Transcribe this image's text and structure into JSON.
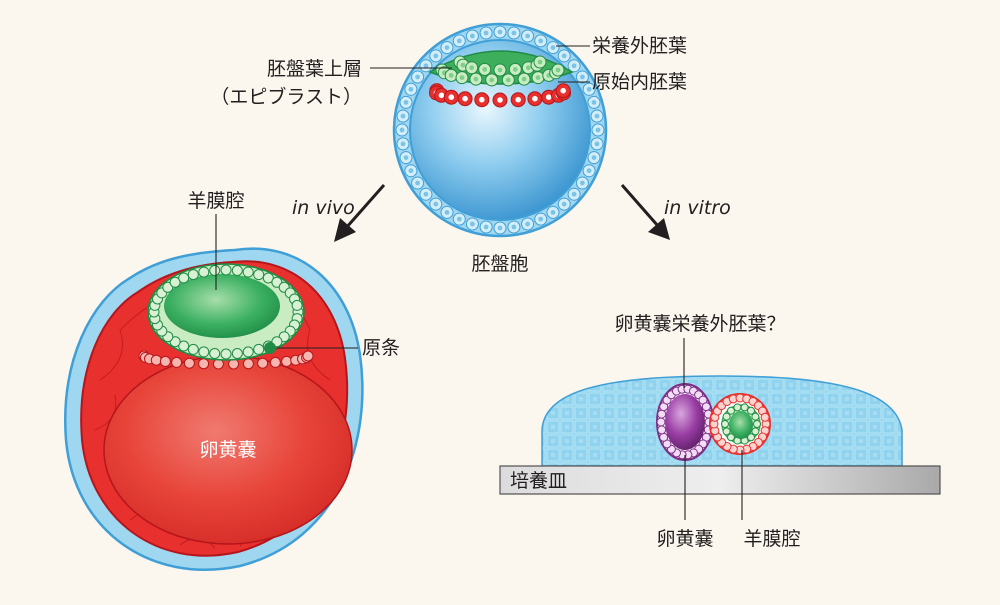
{
  "labels": {
    "blastocyst": "胚盤胞",
    "trophectoderm": "栄養外胚葉",
    "primitive_endoderm": "原始内胚葉",
    "epiblast_line1": "胚盤葉上層",
    "epiblast_line2": "（エピブラスト）",
    "in_vivo": "in vivo",
    "in_vitro": "in vitro",
    "amniotic_cavity_vivo": "羊膜腔",
    "primitive_streak": "原条",
    "yolk_sac_vivo": "卵黄嚢",
    "yolk_sac_trophectoderm_q": "卵黄嚢栄養外胚葉？",
    "culture_dish": "培養皿",
    "yolk_sac_vitro": "卵黄嚢",
    "amniotic_cavity_vitro": "羊膜腔"
  },
  "colors": {
    "background": "#fbf7ee",
    "blue_cavity": "#3f9fd6",
    "blue_cell": "#bfe4f6",
    "green": "#3cae5c",
    "green_cell": "#c9ecc2",
    "red": "#e8302e",
    "red_dark": "#b5161b",
    "purple": "#7d2f86",
    "dish": "#c9c9c9",
    "text": "#231f20"
  }
}
